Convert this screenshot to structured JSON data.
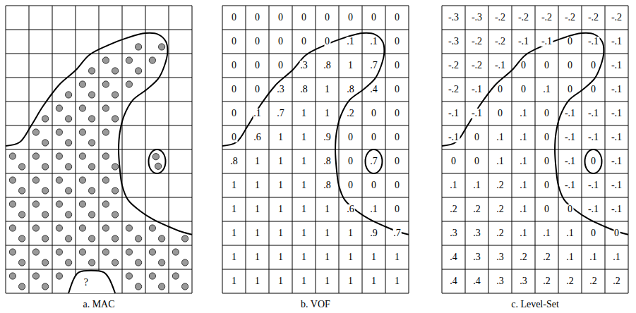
{
  "diagram": {
    "labels": [
      "?",
      "0",
      "0",
      "0",
      "0",
      "0",
      "0",
      "0",
      "0",
      "0",
      "0",
      "0",
      "0",
      "0",
      ".1",
      ".1",
      "0",
      "0",
      "0",
      "0",
      ".3",
      ".8",
      "1",
      ".7",
      "0",
      "0",
      "0",
      ".3",
      ".8",
      "1",
      ".8",
      ".4",
      "0",
      "0",
      ".1",
      ".7",
      "1",
      "1",
      ".2",
      "0",
      "0",
      "0",
      ".6",
      "1",
      "1",
      ".9",
      "0",
      "0",
      "0",
      ".8",
      "1",
      "1",
      "1",
      ".8",
      "0",
      ".7",
      "0",
      "1",
      "1",
      "1",
      "1",
      ".8",
      "0",
      "0",
      "0",
      "1",
      "1",
      "1",
      "1",
      "1",
      ".6",
      ".1",
      "0",
      "1",
      "1",
      "1",
      "1",
      "1",
      "1",
      ".9",
      ".7",
      "1",
      "1",
      "1",
      "1",
      "1",
      "1",
      "1",
      "1",
      "1",
      "1",
      "1",
      "1",
      "1",
      "1",
      "1",
      "1",
      "-.3",
      "-.3",
      "-.2",
      "-.2",
      "-.2",
      "-.2",
      "-.2",
      "-.2",
      "-.3",
      "-.2",
      "-.2",
      "-.1",
      "-.1",
      "0",
      "-.1",
      "-.1",
      "-.2",
      "-.2",
      "-.1",
      "0",
      "0",
      "0",
      "0",
      "-.1",
      "-.2",
      "-.1",
      "0",
      "0",
      ".1",
      "0",
      "0",
      "-.1",
      "-.1",
      "-.1",
      "0",
      ".1",
      "0",
      "-.1",
      "-.1",
      "-.1",
      "-.1",
      "0",
      ".1",
      ".1",
      "0",
      "-.1",
      "-.1",
      "-.1",
      "0",
      "0",
      ".1",
      ".1",
      "0",
      "-.1",
      "0",
      "-.1",
      ".1",
      ".1",
      ".2",
      ".1",
      "0",
      "-.1",
      "-.1",
      "-.1",
      ".2",
      ".2",
      ".2",
      ".1",
      "0",
      "0",
      "-.1",
      "-.1",
      ".3",
      ".3",
      ".2",
      ".1",
      ".1",
      ".1",
      "0",
      "0",
      ".4",
      ".3",
      ".3",
      ".2",
      ".2",
      ".1",
      ".1",
      ".1",
      ".4",
      ".4",
      ".3",
      ".3",
      ".2",
      ".2",
      ".2",
      ".2",
      "a. MAC",
      "b. VOF",
      "c. Level-Set"
    ]
  }
}
